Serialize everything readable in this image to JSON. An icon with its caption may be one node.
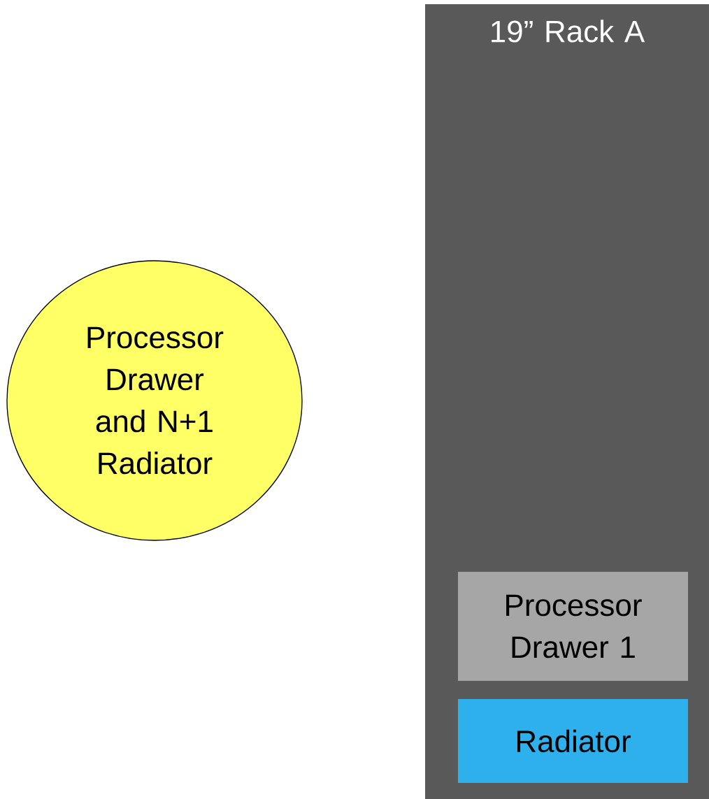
{
  "diagram": {
    "nodes": [
      {
        "text": [
          "19” Rack A"
        ]
      },
      {
        "text": [
          "Processor Drawer and N+1 Radiator"
        ]
      },
      {
        "text": [
          "Processor Drawer 1"
        ],
        "in": 0
      },
      {
        "text": [
          "Radiator"
        ],
        "in": 0
      }
    ]
  }
}
